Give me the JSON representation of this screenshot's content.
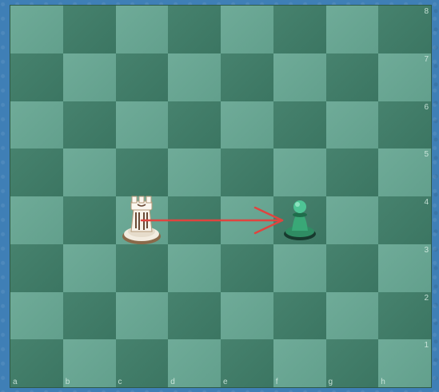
{
  "board": {
    "files": [
      "a",
      "b",
      "c",
      "d",
      "e",
      "f",
      "g",
      "h"
    ],
    "ranks": [
      "8",
      "7",
      "6",
      "5",
      "4",
      "3",
      "2",
      "1"
    ],
    "colors": {
      "light": "#66a692",
      "dark": "#3f7d68",
      "arrow": "#e0443f"
    }
  },
  "pieces": [
    {
      "square": "c4",
      "type": "rook",
      "color": "white",
      "icon": "white-rook-icon"
    },
    {
      "square": "f4",
      "type": "pawn",
      "color": "green",
      "icon": "green-pawn-icon"
    }
  ],
  "arrow": {
    "from": "c4",
    "to": "f4"
  }
}
